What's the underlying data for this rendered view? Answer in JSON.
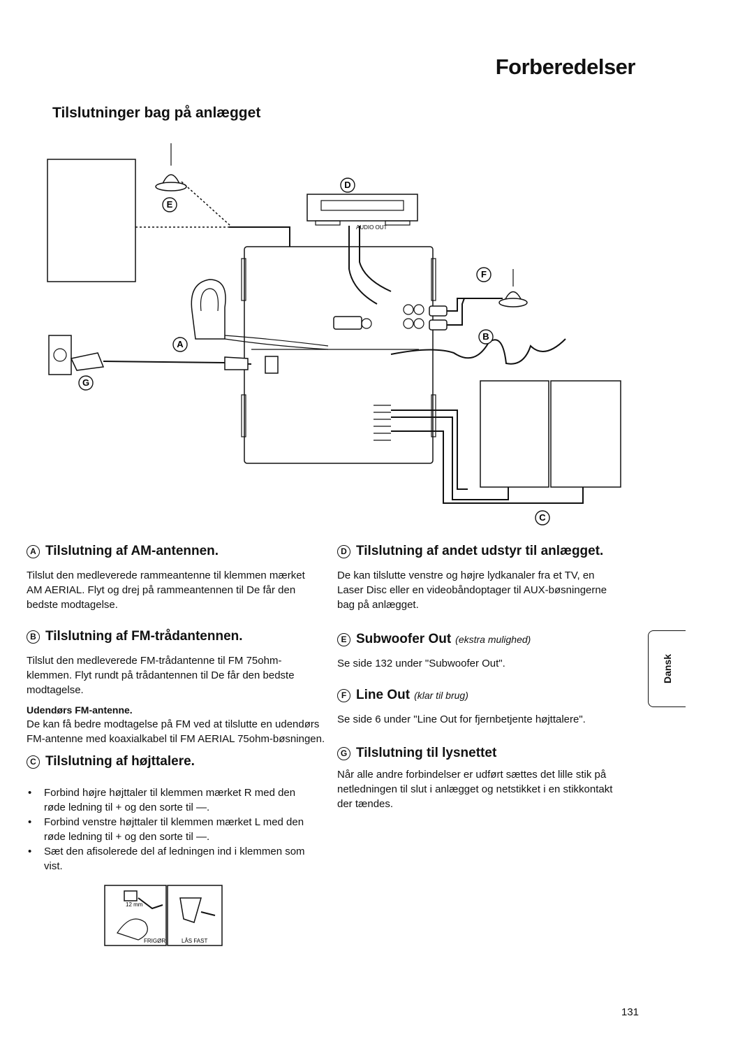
{
  "page": {
    "title": "Forberedelser",
    "section_title": "Tilslutninger bag på anlægget",
    "page_number": "131",
    "side_tab": "Dansk"
  },
  "diagram": {
    "labels": [
      "A",
      "B",
      "C",
      "D",
      "E",
      "F",
      "G"
    ],
    "audio_out_label": "AUDIO OUT",
    "inset_labels": {
      "cut_length": "12 mm",
      "release": "FRIGØR",
      "lock": "LÅS FAST"
    }
  },
  "sections": {
    "a": {
      "letter": "A",
      "title": "Tilslutning af AM-antennen.",
      "text": "Tilslut den medleverede rammeantenne til klemmen mærket AM AERIAL. Flyt og drej på rammeantennen til De får den bedste modtagelse."
    },
    "b": {
      "letter": "B",
      "title": "Tilslutning af FM-trådantennen.",
      "text": "Tilslut den medleverede FM-trådantenne til FM 75ohm-klemmen. Flyt rundt på trådantennen til De får den bedste modtagelse.",
      "subheading": "Udendørs FM-antenne.",
      "subtext": "De kan få bedre modtagelse på FM ved at tilslutte en udendørs FM-antenne med koaxialkabel til FM AERIAL 75ohm-bøsningen."
    },
    "c": {
      "letter": "C",
      "title": "Tilslutning af højttalere.",
      "bullets": [
        "Forbind højre højttaler til klemmen mærket R med den røde ledning til + og den sorte til —.",
        "Forbind venstre højttaler til klemmen mærket L med den røde ledning til + og den sorte til —.",
        "Sæt den afisolerede del af ledningen ind i klemmen som vist."
      ]
    },
    "d": {
      "letter": "D",
      "title": "Tilslutning af andet udstyr til anlægget.",
      "text": "De kan tilslutte venstre og højre lydkanaler fra et TV, en Laser Disc eller en videobåndoptager til AUX-bøsningerne bag på anlægget."
    },
    "e": {
      "letter": "E",
      "title": "Subwoofer Out",
      "note": "(ekstra mulighed)",
      "text": "Se side 132 under \"Subwoofer Out\"."
    },
    "f": {
      "letter": "F",
      "title": "Line Out",
      "note": "(klar til brug)",
      "text": "Se side 6 under \"Line Out for fjernbetjente højttalere\"."
    },
    "g": {
      "letter": "G",
      "title": "Tilslutning til lysnettet",
      "text": "Når alle andre forbindelser er udført sættes det lille stik på netledningen til slut i anlægget og netstikket i en stikkontakt der tændes."
    }
  }
}
